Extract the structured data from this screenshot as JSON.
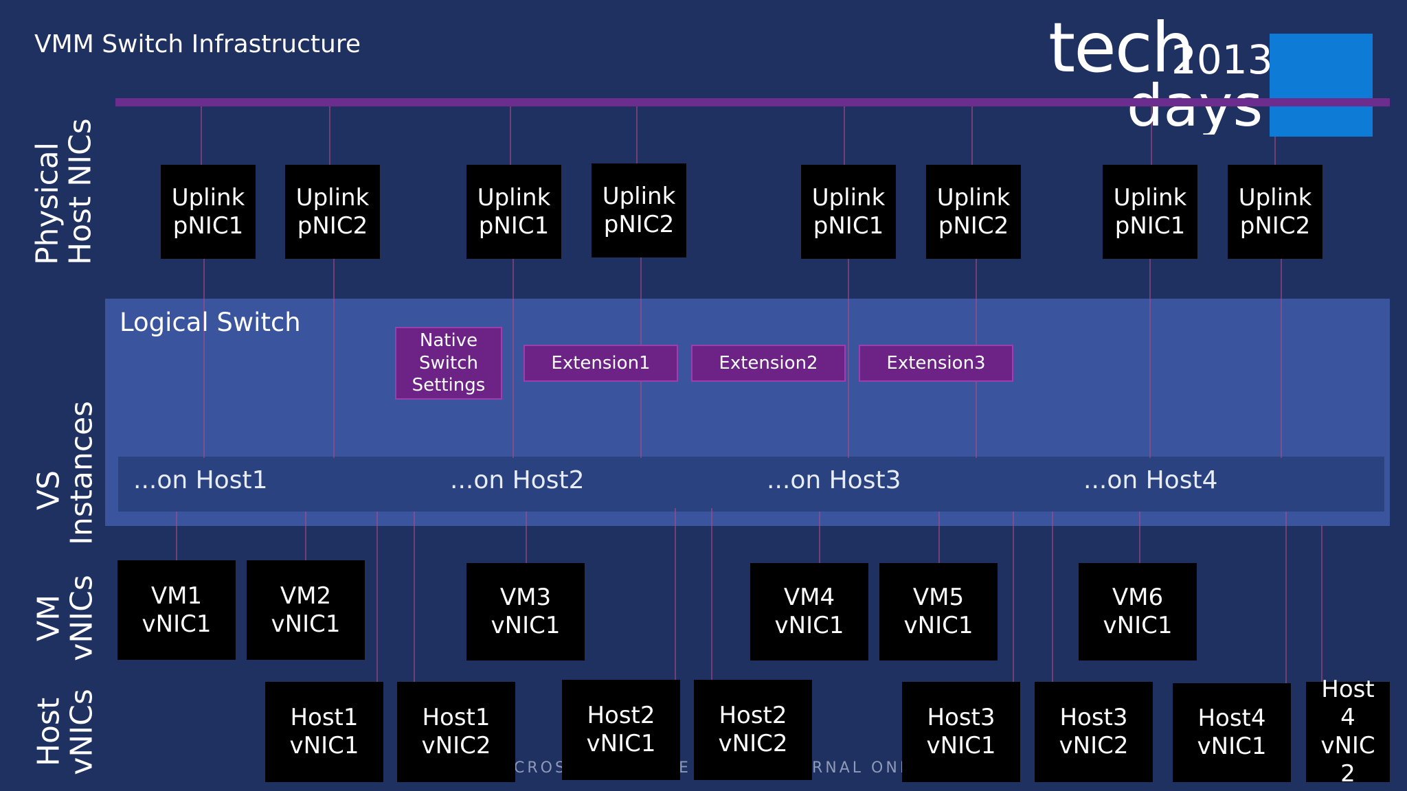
{
  "title": "VMM Switch Infrastructure",
  "logo": {
    "tech": "tech",
    "days": "days",
    "year": "2013"
  },
  "row_labels": {
    "physical": [
      "Physical",
      "Host NICs"
    ],
    "vs": [
      "VS",
      "Instances"
    ],
    "vm": [
      "VM",
      "vNICs"
    ],
    "host": [
      "Host",
      "vNICs"
    ]
  },
  "logical_switch": "Logical Switch",
  "native_switch": "Native Switch Settings",
  "extensions": [
    "Extension1",
    "Extension2",
    "Extension3"
  ],
  "uplinks": [
    [
      "Uplink",
      "pNIC1"
    ],
    [
      "Uplink",
      "pNIC2"
    ],
    [
      "Uplink",
      "pNIC1"
    ],
    [
      "Uplink",
      "pNIC2"
    ],
    [
      "Uplink",
      "pNIC1"
    ],
    [
      "Uplink",
      "pNIC2"
    ],
    [
      "Uplink",
      "pNIC1"
    ],
    [
      "Uplink",
      "pNIC2"
    ]
  ],
  "hosts": [
    "...on Host1",
    "...on Host2",
    "...on Host3",
    "...on Host4"
  ],
  "vm_vnics": [
    [
      "VM1",
      "vNIC1"
    ],
    [
      "VM2",
      "vNIC1"
    ],
    [
      "VM3",
      "vNIC1"
    ],
    [
      "VM4",
      "vNIC1"
    ],
    [
      "VM5",
      "vNIC1"
    ],
    [
      "VM6",
      "vNIC1"
    ]
  ],
  "host_vnics": [
    [
      "Host1",
      "vNIC1"
    ],
    [
      "Host1",
      "vNIC2"
    ],
    [
      "Host2",
      "vNIC1"
    ],
    [
      "Host2",
      "vNIC2"
    ],
    [
      "Host3",
      "vNIC1"
    ],
    [
      "Host3",
      "vNIC2"
    ],
    [
      "Host4",
      "vNIC1"
    ],
    [
      "Host",
      "4",
      "vNIC",
      "2"
    ]
  ],
  "watermark": [
    "CROS",
    "E",
    "RNAL ONL"
  ],
  "colors": {
    "background": "#1f3160",
    "logical_switch": "#3a559e",
    "host_bar": "#2a4380",
    "purple": "#6d2386",
    "bus": "#6c2d8e",
    "logo_square": "#0e7bd6"
  }
}
